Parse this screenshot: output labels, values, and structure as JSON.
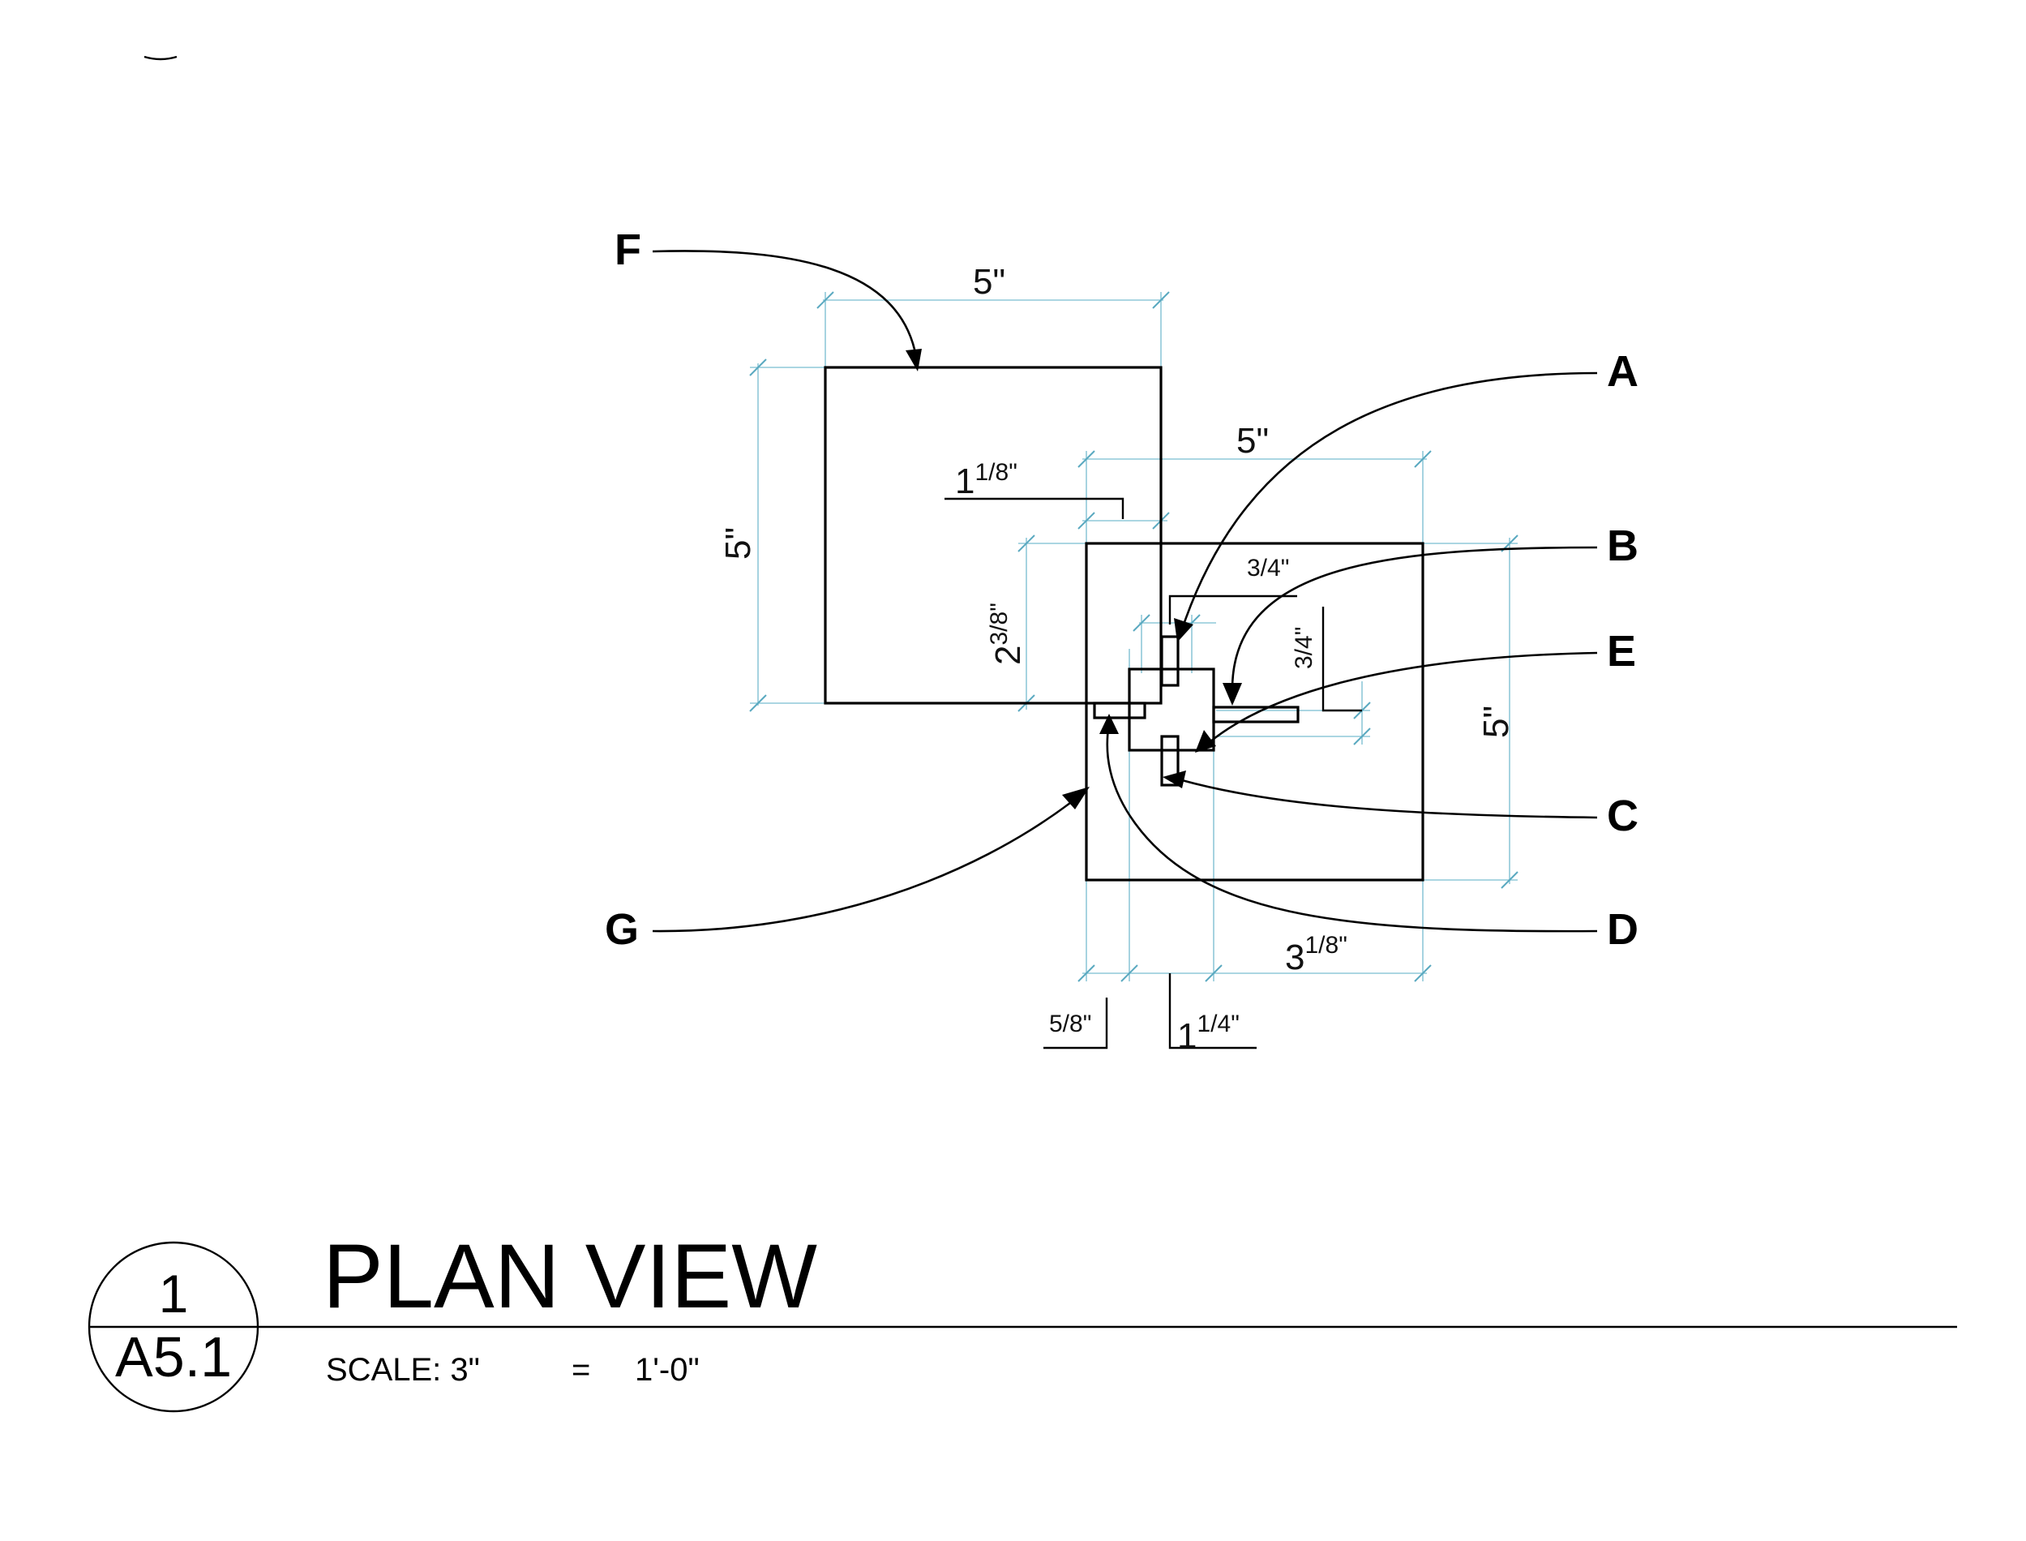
{
  "title_block": {
    "view_title": "PLAN VIEW",
    "detail_number": "1",
    "sheet_number": "A5.1",
    "scale_label": "SCALE: 3\"",
    "scale_equals": "=",
    "scale_value": "1'-0\""
  },
  "callouts": {
    "a": "A",
    "b": "B",
    "c": "C",
    "d": "D",
    "e": "E",
    "f": "F",
    "g": "G"
  },
  "dimensions": {
    "upper_square_width": "5\"",
    "upper_square_height": "5\"",
    "lower_square_width": "5\"",
    "lower_square_height": "5\"",
    "overlap_width_whole": "1",
    "overlap_width_frac": "1/8\"",
    "overlap_height_whole": "2",
    "overlap_height_frac": "3/8\"",
    "tab_width": "3/4\"",
    "tab_height": "3/4\"",
    "offset_left": "5/8\"",
    "offset_mid_whole": "1",
    "offset_mid_frac": "1/4\"",
    "offset_right_whole": "3",
    "offset_right_frac": "1/8\""
  }
}
